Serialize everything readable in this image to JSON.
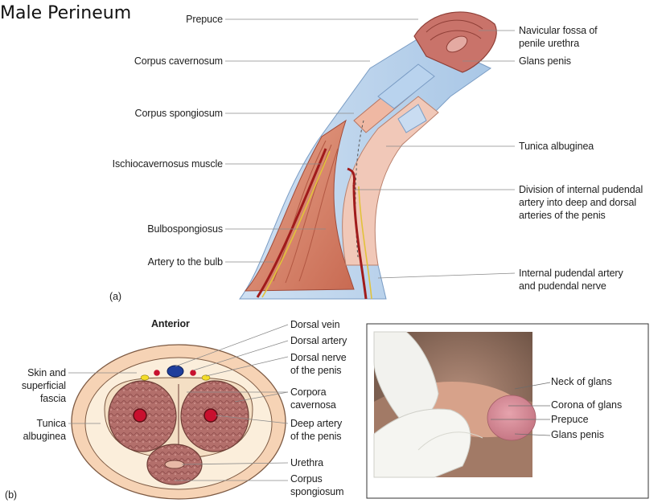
{
  "title": "Male Perineum",
  "panel_a": {
    "tag": "(a)",
    "left_labels": [
      "Prepuce",
      "Corpus cavernosum",
      "Corpus spongiosum",
      "Ischiocavernosus muscle",
      "Bulbospongiosus",
      "Artery to the bulb"
    ],
    "right_labels": [
      "Navicular fossa of\npenile urethra",
      "Glans penis",
      "Tunica albuginea",
      "Division of internal pudendal\nartery into deep and dorsal\narteries of the penis",
      "Internal pudendal artery\nand pudendal nerve"
    ]
  },
  "panel_b": {
    "tag": "(b)",
    "heading": "Anterior",
    "left_labels": [
      "Skin and\nsuperficial\nfascia",
      "Tunica\nalbuginea"
    ],
    "right_labels": [
      "Dorsal vein",
      "Dorsal artery",
      "Dorsal nerve\nof the penis",
      "Corpora\ncavernosa",
      "Deep artery\nof the penis",
      "Urethra",
      "Corpus\nspongiosum"
    ]
  },
  "photo": {
    "labels": [
      "Neck of glans",
      "Corona of glans",
      "Prepuce",
      "Glans penis"
    ]
  }
}
